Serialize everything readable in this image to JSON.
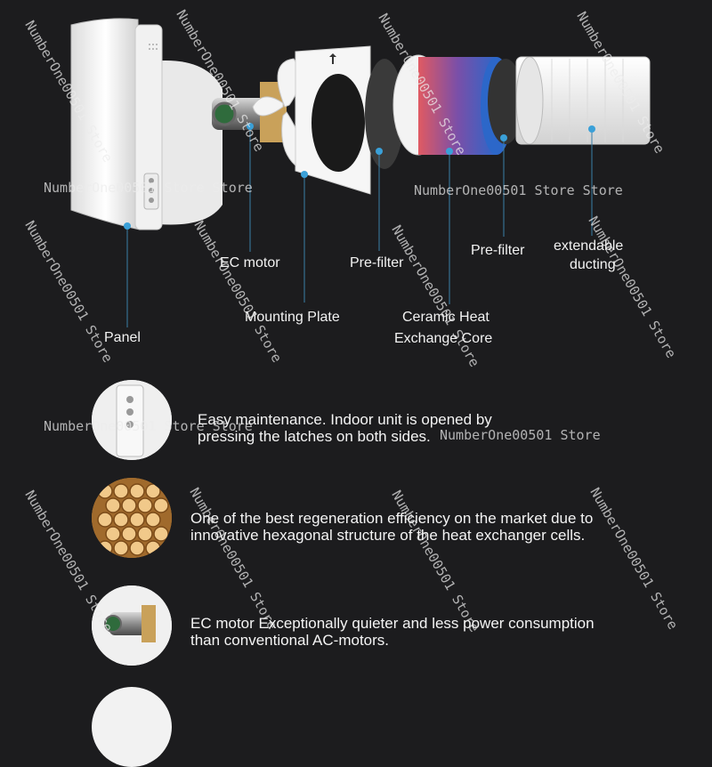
{
  "components": {
    "panel": "Panel",
    "ec_motor": "EC motor",
    "mounting_plate": "Mounting Plate",
    "pre_filter_1": "Pre-filter",
    "ceramic_core_1": "Ceramic Heat",
    "ceramic_core_2": "Exchange Core",
    "pre_filter_2": "Pre-filter",
    "ducting_1": "extendable",
    "ducting_2": "ducting"
  },
  "features": [
    {
      "line1": "Easy maintenance. Indoor unit is opened by",
      "line2": "pressing the latches on both sides."
    },
    {
      "line1": "One of the best regeneration efficiency on the market due to",
      "line2": "innovative hexagonal structure of the heat exchanger cells."
    },
    {
      "line1": "EC motor Exceptionally quieter and less power consumption",
      "line2": "than conventional AC-motors."
    }
  ],
  "watermark": {
    "text": "NumberOne00501 Store Store",
    "short": "NumberOne00501 Store"
  },
  "colors": {
    "background": "#1c1c1e",
    "marker": "#3aa0d8",
    "leader": "#3a7fa8"
  }
}
